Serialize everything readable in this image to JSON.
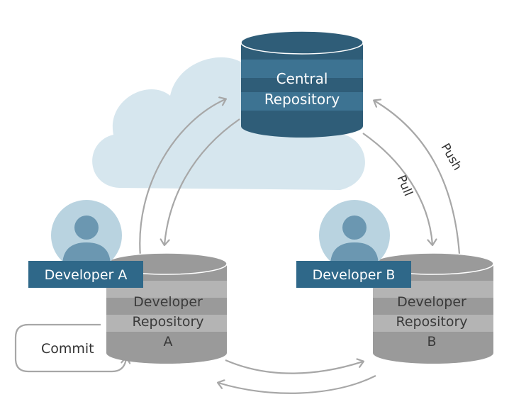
{
  "central_repo": {
    "line1": "Central",
    "line2": "Repository"
  },
  "repo_a": {
    "line1": "Developer",
    "line2": "Repository",
    "line3": "A"
  },
  "repo_b": {
    "line1": "Developer",
    "line2": "Repository",
    "line3": "B"
  },
  "developer_a": {
    "label": "Developer A"
  },
  "developer_b": {
    "label": "Developer B"
  },
  "flows": {
    "pull": "Pull",
    "push": "Push"
  },
  "commit": {
    "label": "Commit"
  },
  "colors": {
    "cloud": "#d6e6ee",
    "central_top": "#2f5d78",
    "central_band_dark": "#2f5d78",
    "central_band_light": "#3d7392",
    "dev_top": "#9a9a9a",
    "dev_band_dark": "#9a9a9a",
    "dev_band_light": "#b4b4b4",
    "badge": "#2f6889",
    "avatar_circle": "#b9d3e0",
    "avatar_person": "#6b97b1",
    "arrow": "#a7a7a7"
  }
}
